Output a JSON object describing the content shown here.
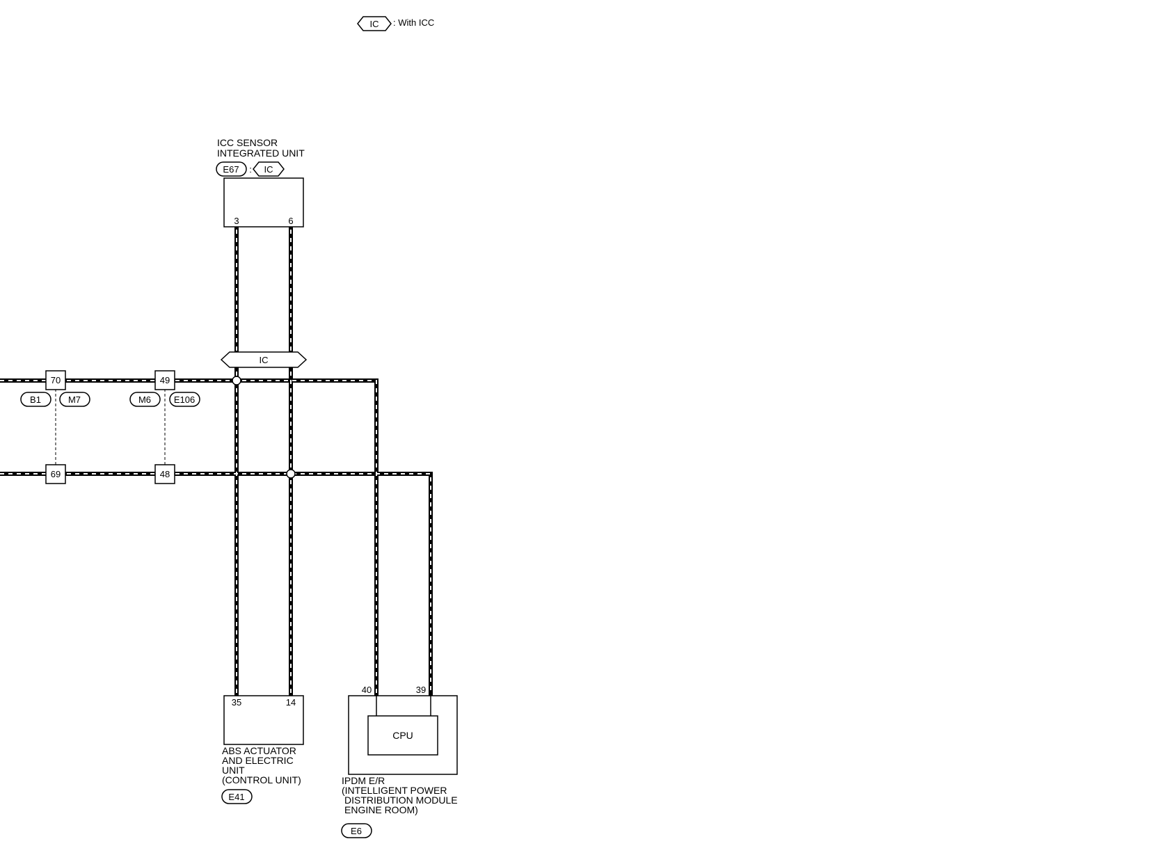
{
  "legend": {
    "symbol": "IC",
    "text": ": With ICC"
  },
  "icc_unit": {
    "title_line1": "ICC SENSOR",
    "title_line2": "INTEGRATED UNIT",
    "connector": "E67",
    "separator": ":",
    "option_symbol": "IC",
    "pin_left": "3",
    "pin_right": "6"
  },
  "option_marker": "IC",
  "junctions": [
    {
      "pin_upper": "70",
      "pin_lower": "69",
      "conn_left": "B1",
      "conn_right": "M7"
    },
    {
      "pin_upper": "49",
      "pin_lower": "48",
      "conn_left": "M6",
      "conn_right": "E106"
    }
  ],
  "abs_unit": {
    "title_line1": "ABS ACTUATOR",
    "title_line2": "AND ELECTRIC",
    "title_line3": "UNIT",
    "title_line4": "(CONTROL UNIT)",
    "connector": "E41",
    "pin_left": "35",
    "pin_right": "14"
  },
  "ipdm": {
    "title_line1": "IPDM E/R",
    "title_line2": "(INTELLIGENT POWER",
    "title_line3": "DISTRIBUTION MODULE",
    "title_line4": "ENGINE ROOM)",
    "connector": "E6",
    "cpu_label": "CPU",
    "pin_left": "40",
    "pin_right": "39"
  }
}
